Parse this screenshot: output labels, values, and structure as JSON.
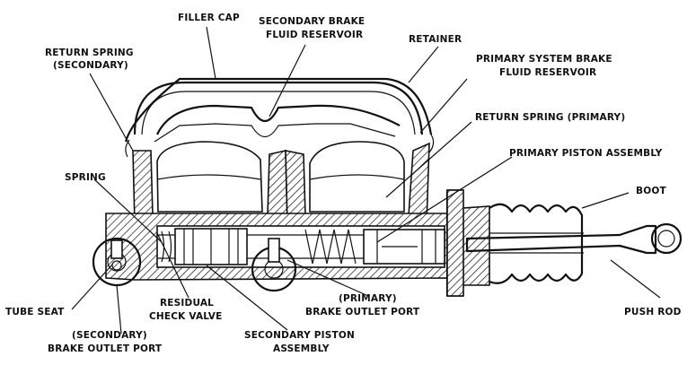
{
  "labels": {
    "filler_cap": "FILLER CAP",
    "secondary_reservoir_1": "SECONDARY BRAKE",
    "secondary_reservoir_2": "FLUID RESERVOIR",
    "retainer": "RETAINER",
    "return_spring_secondary_1": "RETURN SPRING",
    "return_spring_secondary_2": "(SECONDARY)",
    "primary_reservoir_1": "PRIMARY SYSTEM BRAKE",
    "primary_reservoir_2": "FLUID RESERVOIR",
    "return_spring_primary": "RETURN SPRING (PRIMARY)",
    "spring": "SPRING",
    "primary_piston": "PRIMARY PISTON ASSEMBLY",
    "boot": "BOOT",
    "tube_seat": "TUBE SEAT",
    "residual_check_1": "RESIDUAL",
    "residual_check_2": "CHECK VALVE",
    "primary_outlet_1": "(PRIMARY)",
    "primary_outlet_2": "BRAKE OUTLET PORT",
    "push_rod": "PUSH ROD",
    "secondary_outlet_1": "(SECONDARY)",
    "secondary_outlet_2": "BRAKE OUTLET PORT",
    "secondary_piston_1": "SECONDARY PISTON",
    "secondary_piston_2": "ASSEMBLY"
  }
}
